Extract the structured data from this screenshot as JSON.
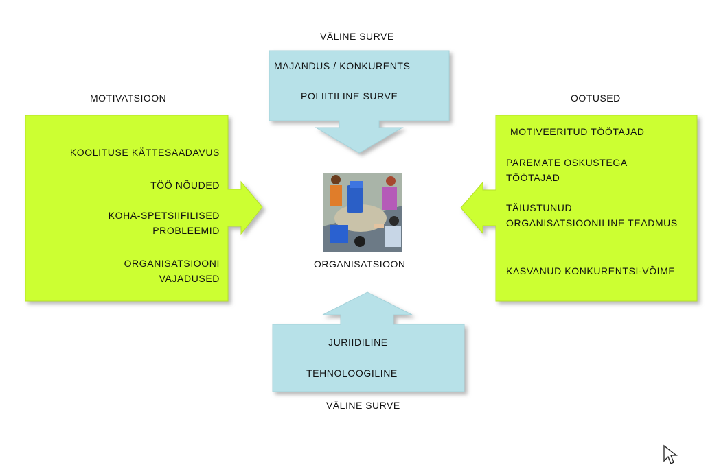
{
  "top": {
    "heading": "VÄLINE SURVE",
    "items": [
      "MAJANDUS / KONKURENTS",
      "POLIITILINE SURVE"
    ]
  },
  "bottom": {
    "heading": "VÄLINE SURVE",
    "items": [
      "JURIIDILINE",
      "TEHNOLOOGILINE"
    ]
  },
  "left": {
    "heading": "MOTIVATSIOON",
    "items": [
      "KOOLITUSE KÄTTESAADAVUS",
      "TÖÖ NÕUDED",
      "KOHA-SPETSIIFILISED PROBLEEMID",
      "ORGANISATSIOONI VAJADUSED"
    ]
  },
  "right": {
    "heading": "OOTUSED",
    "items": [
      "MOTIVEERITUD TÖÖTAJAD",
      "PAREMATE OSKUSTEGA TÖÖTAJAD",
      "TÄIUSTUNUD ORGANISATSIOONILINE TEADMUS",
      "KASVANUD KONKURENTSI-VÕIME"
    ]
  },
  "center": {
    "label": "ORGANISATSIOON"
  },
  "colors": {
    "green": "#ccff33",
    "blue": "#b7e1e8",
    "shadow": "#bdbdbd"
  }
}
